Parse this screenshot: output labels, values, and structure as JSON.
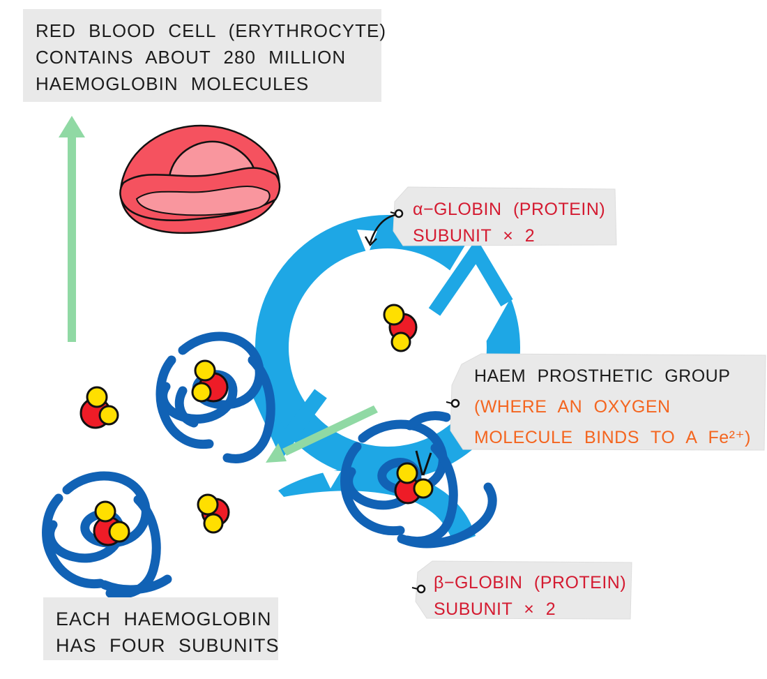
{
  "boxes": {
    "rbc": {
      "lines": [
        "RED BLOOD CELL (ERYTHROCYTE)",
        "CONTAINS ABOUT 280 MILLION",
        "HAEMOGLOBIN MOLECULES"
      ]
    },
    "subunits": {
      "lines": [
        "EACH HAEMOGLOBIN",
        "HAS FOUR SUBUNITS"
      ]
    }
  },
  "tags": {
    "alpha": {
      "lines": [
        "α−GLOBIN (PROTEIN)",
        "SUBUNIT × 2"
      ]
    },
    "haem": {
      "title": "HAEM PROSTHETIC GROUP",
      "lines": [
        "(WHERE AN OXYGEN",
        "MOLECULE BINDS TO A Fe²⁺)"
      ]
    },
    "beta": {
      "lines": [
        "β−GLOBIN (PROTEIN)",
        "SUBUNIT × 2"
      ]
    }
  },
  "colors": {
    "background": "#ffffff",
    "caption_box_bg": "#e9e9e9",
    "caption_text": "#1c1c1c",
    "tag_bg": "#e9e9e9",
    "red_label_text": "#d41b31",
    "orange_label_text": "#f4651f",
    "ring_blue": "#1ea7e5",
    "globin_chain_blue": "#1162b5",
    "haem_red": "#ee1c27",
    "oxygen_yellow": "#ffdf00",
    "arrow_green": "#90d9a4",
    "rbc_red": "#f5525f",
    "rbc_pink": "#f9969e",
    "outline_black": "#111111"
  }
}
